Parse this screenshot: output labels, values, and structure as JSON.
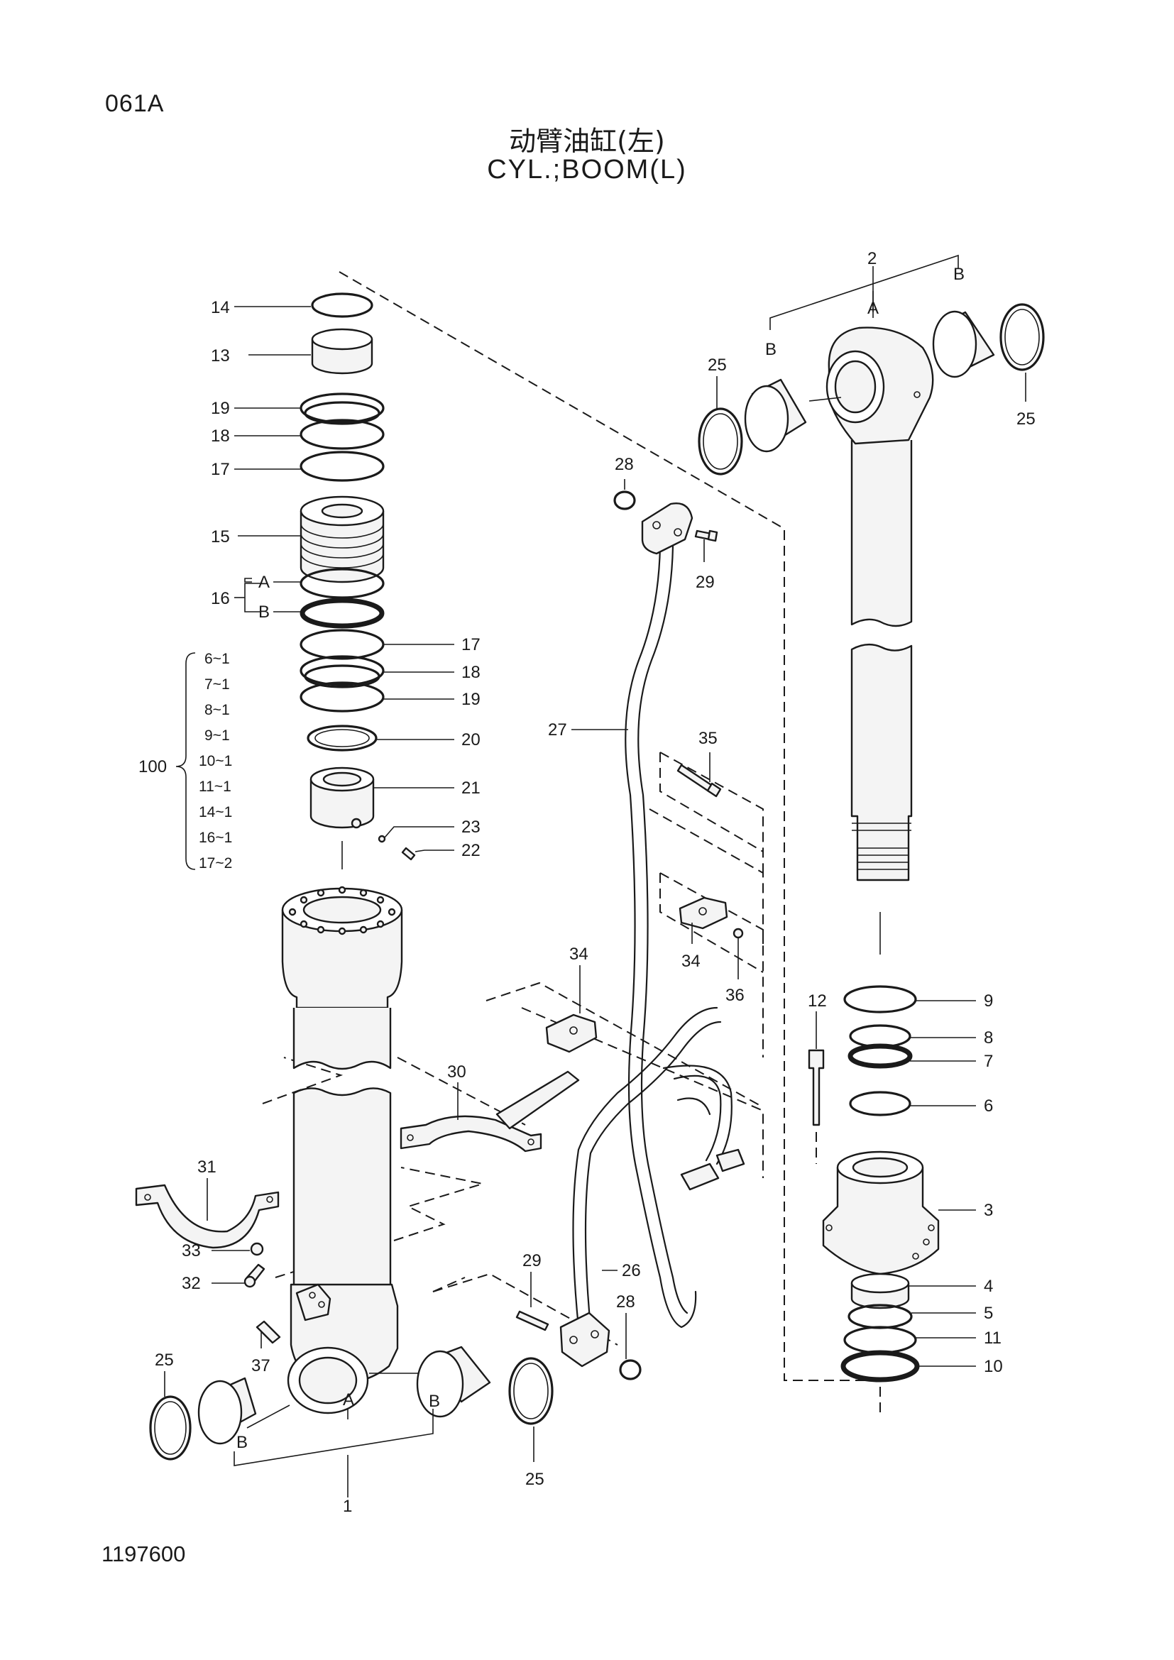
{
  "header": {
    "page_id": "061A",
    "title_cn": "动臂油缸(左)",
    "title_en": "CYL.;BOOM(L)"
  },
  "footer": {
    "doc_number": "1197600"
  },
  "kit_group": {
    "label": "100",
    "items": [
      "6~1",
      "7~1",
      "8~1",
      "9~1",
      "10~1",
      "11~1",
      "14~1",
      "16~1",
      "17~2"
    ]
  },
  "callouts": {
    "c14": "14",
    "c13": "13",
    "c19a": "19",
    "c18a": "18",
    "c17a": "17",
    "c15": "15",
    "c16": "16",
    "c16a": "A",
    "c16b": "B",
    "c17b": "17",
    "c18b": "18",
    "c19b": "19",
    "c20": "20",
    "c21": "21",
    "c23": "23",
    "c22": "22",
    "c27": "27",
    "c28a": "28",
    "c29a": "29",
    "c35": "35",
    "c34a": "34",
    "c36": "36",
    "c34b": "34",
    "c30": "30",
    "c31": "31",
    "c33": "33",
    "c32": "32",
    "c29b": "29",
    "c26": "26",
    "c28b": "28",
    "c37": "37",
    "c25a": "25",
    "c25b": "25",
    "c25c": "25",
    "c25d": "25",
    "c1": "1",
    "c1a": "A",
    "c1b1": "B",
    "c1b2": "B",
    "c2": "2",
    "c2a": "A",
    "c2b1": "B",
    "c2b2": "B",
    "c12": "12",
    "c9": "9",
    "c8": "8",
    "c7": "7",
    "c6": "6",
    "c3": "3",
    "c4": "4",
    "c5": "5",
    "c11": "11",
    "c10": "10"
  }
}
